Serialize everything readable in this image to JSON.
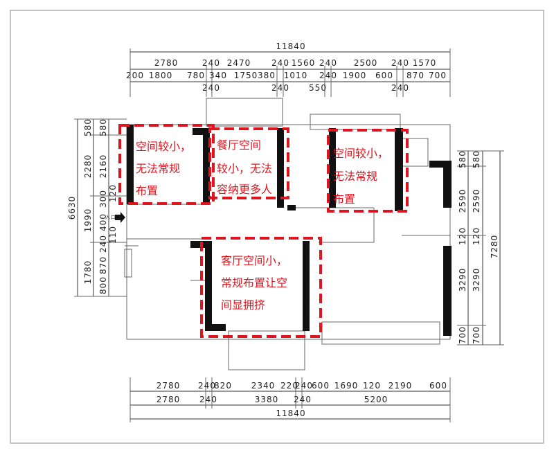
{
  "title_total_top": "11840",
  "top_row1": [
    "2780",
    "240",
    "2470",
    "240",
    "1560",
    "240",
    "2500",
    "240",
    "1570"
  ],
  "top_row2": [
    "200",
    "1800",
    "780",
    "340",
    "1750",
    "380",
    "1010",
    "240",
    "1900",
    "600",
    "870",
    "700"
  ],
  "top_row3": [
    "240",
    "240",
    "550",
    "240"
  ],
  "bottom_row1": [
    "2780",
    "240",
    "820",
    "2340",
    "220",
    "240",
    "600",
    "1690",
    "120",
    "2190",
    "600"
  ],
  "bottom_row2": [
    "2780",
    "240",
    "3380",
    "240",
    "5200"
  ],
  "title_total_bottom": "11840",
  "left_outer": "6630",
  "left_col1": [
    "580",
    "2280",
    "1990",
    "1780"
  ],
  "left_col2": [
    "580",
    "2160",
    "300",
    "400",
    "240",
    "870",
    "800"
  ],
  "left_col3": [
    "120",
    "110"
  ],
  "right_col1": [
    "580",
    "2590",
    "120",
    "3290",
    "700"
  ],
  "right_col2": [
    "580",
    "2590",
    "120",
    "3290",
    "700"
  ],
  "right_outer": "7280",
  "entry_label": "入口",
  "annotations": {
    "bedroom_left": [
      "空间较小，",
      "无法常规",
      "布置"
    ],
    "dining": [
      "餐厅空间",
      "较小，无法",
      "容纳更多人"
    ],
    "bedroom_right": [
      "空间较小，",
      "无法常规",
      "布置"
    ],
    "living": [
      "客厅空间小，",
      "常规布置让空",
      "间显拥挤"
    ]
  },
  "colors": {
    "highlight": "#e0141e",
    "wall": "#111111"
  }
}
